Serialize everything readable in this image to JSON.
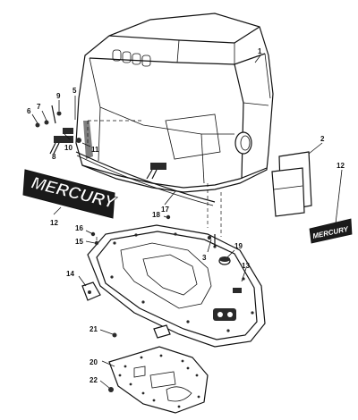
{
  "callouts": {
    "c1": "1",
    "c2": "2",
    "c3": "3",
    "c5": "5",
    "c6": "6",
    "c7": "7",
    "c8": "8",
    "c9": "9",
    "c10": "10",
    "c11": "11",
    "c12a": "12",
    "c12b": "12",
    "c13": "13",
    "c14": "14",
    "c15": "15",
    "c16": "16",
    "c17": "17",
    "c18": "18",
    "c19": "19",
    "c20": "20",
    "c21": "21",
    "c22": "22"
  },
  "decals": {
    "large_logo": "MERCURY",
    "small_logo": "MERCURY"
  },
  "colors": {
    "ink": "#111111",
    "background": "#ffffff"
  }
}
